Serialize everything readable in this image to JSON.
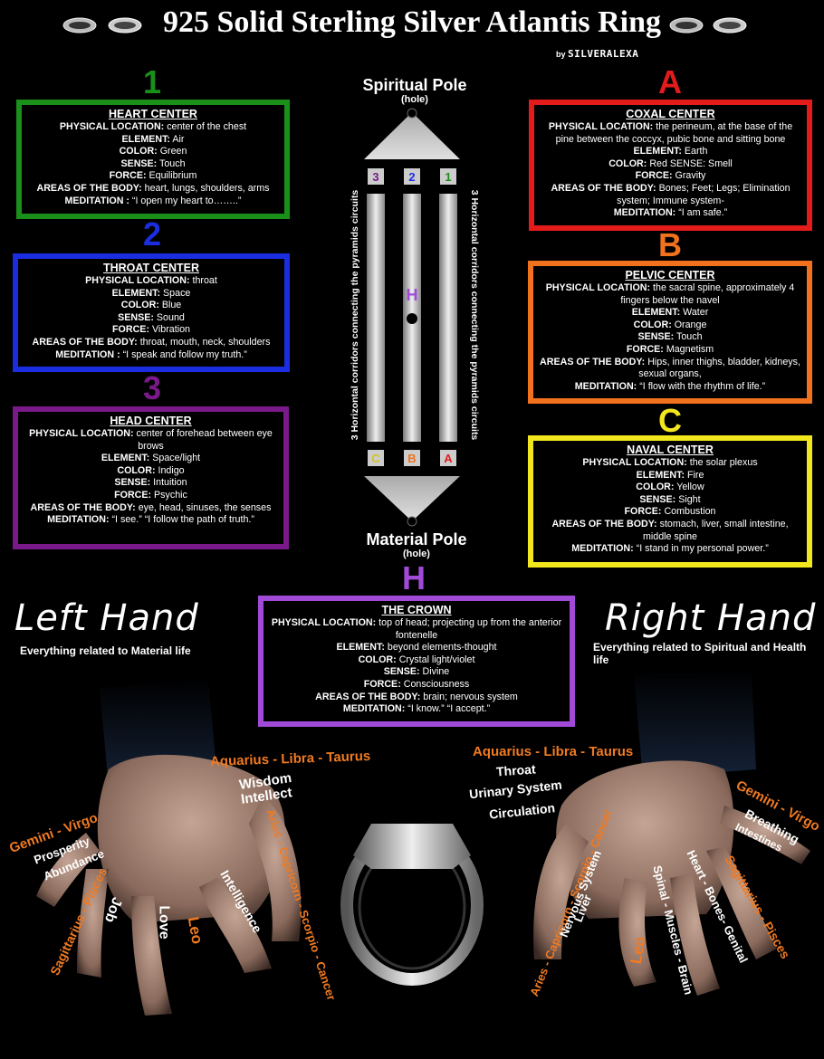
{
  "title": "925 Solid Sterling Silver Atlantis Ring",
  "byline_prefix": "by",
  "byline_brand": "SILVERALEXA",
  "diagram": {
    "top_pole": "Spiritual Pole",
    "top_pole_sub": "(hole)",
    "bottom_pole": "Material Pole",
    "bottom_pole_sub": "(hole)",
    "corridor_left_text": "3 Horizontal corridors connecting the pyramids circuits",
    "corridor_right_text": "3 Horizontal corridors connecting the pyramids circuits",
    "top_labels": [
      "3",
      "2",
      "1"
    ],
    "bottom_labels": [
      "C",
      "B",
      "A"
    ],
    "center_label": "H"
  },
  "centers": {
    "heart": {
      "number": "1",
      "color": "#1a8f1a",
      "title": "HEART CENTER",
      "lines": [
        {
          "k": "PHYSICAL LOCATION:",
          "v": " center of the chest"
        },
        {
          "k": "ELEMENT:",
          "v": " Air"
        },
        {
          "k": "COLOR:",
          "v": " Green"
        },
        {
          "k": "SENSE:",
          "v": " Touch"
        },
        {
          "k": "FORCE:",
          "v": " Equilibrium"
        },
        {
          "k": "AREAS OF THE BODY:",
          "v": " heart, lungs, shoulders, arms"
        },
        {
          "k": "MEDITATION :",
          "v": " “I open my heart to……..”"
        }
      ]
    },
    "throat": {
      "number": "2",
      "color": "#1a2ee0",
      "title": "THROAT CENTER",
      "lines": [
        {
          "k": "PHYSICAL LOCATION:",
          "v": " throat"
        },
        {
          "k": "ELEMENT:",
          "v": " Space"
        },
        {
          "k": "COLOR:",
          "v": " Blue"
        },
        {
          "k": "SENSE:",
          "v": " Sound"
        },
        {
          "k": "FORCE:",
          "v": " Vibration"
        },
        {
          "k": "AREAS OF THE BODY:",
          "v": " throat, mouth, neck, shoulders"
        },
        {
          "k": "MEDITATION :",
          "v": " “I speak and follow my truth.”"
        }
      ]
    },
    "head": {
      "number": "3",
      "color": "#7a1a8a",
      "title": "HEAD CENTER",
      "lines": [
        {
          "k": "PHYSICAL LOCATION:",
          "v": " center of forehead between eye brows"
        },
        {
          "k": "ELEMENT:",
          "v": " Space/light"
        },
        {
          "k": "COLOR:",
          "v": " Indigo"
        },
        {
          "k": "SENSE:",
          "v": " Intuition"
        },
        {
          "k": "FORCE:",
          "v": " Psychic"
        },
        {
          "k": "AREAS OF THE BODY:",
          "v": " eye, head, sinuses, the senses"
        },
        {
          "k": "MEDITATION:",
          "v": " “I see.” “I follow the path of truth.”"
        }
      ]
    },
    "coxal": {
      "number": "A",
      "color": "#e41b1b",
      "title": "COXAL CENTER",
      "lines": [
        {
          "k": "PHYSICAL LOCATION:",
          "v": " the perineum, at the base of the pine between the coccyx, pubic bone and sitting bone"
        },
        {
          "k": "ELEMENT:",
          "v": " Earth"
        },
        {
          "k": "COLOR:",
          "v": " Red SENSE: Smell"
        },
        {
          "k": "FORCE:",
          "v": " Gravity"
        },
        {
          "k": "AREAS OF THE BODY:",
          "v": " Bones; Feet; Legs; Elimination system; Immune system-"
        },
        {
          "k": "MEDITATION:",
          "v": " “I am safe.”"
        }
      ]
    },
    "pelvic": {
      "number": "B",
      "color": "#f2711c",
      "title": "PELVIC CENTER",
      "lines": [
        {
          "k": "PHYSICAL LOCATION:",
          "v": " the sacral spine, approximately 4 fingers below the navel"
        },
        {
          "k": "ELEMENT:",
          "v": " Water"
        },
        {
          "k": "COLOR:",
          "v": " Orange"
        },
        {
          "k": "SENSE:",
          "v": " Touch"
        },
        {
          "k": "FORCE:",
          "v": " Magnetism"
        },
        {
          "k": "AREAS OF THE BODY:",
          "v": " Hips, inner thighs, bladder, kidneys, sexual organs,"
        },
        {
          "k": "MEDITATION:",
          "v": " “I flow with the rhythm of life.”"
        }
      ]
    },
    "naval": {
      "number": "C",
      "color": "#f2e61c",
      "title": "NAVAL CENTER",
      "lines": [
        {
          "k": "PHYSICAL LOCATION:",
          "v": " the solar plexus"
        },
        {
          "k": "ELEMENT:",
          "v": " Fire"
        },
        {
          "k": "COLOR:",
          "v": " Yellow"
        },
        {
          "k": "SENSE:",
          "v": " Sight"
        },
        {
          "k": "FORCE:",
          "v": " Combustion"
        },
        {
          "k": "AREAS OF THE BODY:",
          "v": " stomach, liver, small intestine, middle spine"
        },
        {
          "k": "MEDITATION:",
          "v": " “I stand in my personal power.”"
        }
      ]
    },
    "crown": {
      "number": "H",
      "color": "#a24ad8",
      "title": "THE CROWN",
      "lines": [
        {
          "k": "PHYSICAL LOCATION:",
          "v": " top of head; projecting up from the anterior fontenelle"
        },
        {
          "k": "ELEMENT:",
          "v": " beyond elements-thought"
        },
        {
          "k": "COLOR:",
          "v": " Crystal light/violet"
        },
        {
          "k": "SENSE:",
          "v": " Divine"
        },
        {
          "k": "FORCE:",
          "v": " Consciousness"
        },
        {
          "k": "AREAS OF THE BODY:",
          "v": " brain; nervous system"
        },
        {
          "k": "MEDITATION:",
          "v": " “I know.” “I accept.”"
        }
      ]
    }
  },
  "left_hand": {
    "title": "Left Hand",
    "subtitle": "Everything related to Material life",
    "labels": {
      "aquarius": "Aquarius - Libra - Taurus",
      "wisdom": "Wisdom",
      "intellect": "Intellect",
      "gemini": "Gemini - Virgo",
      "prosperity": "Prosperity",
      "abundance": "Abundance",
      "sagittarius": "Sagittarius - Pisces",
      "job": "Job",
      "love": "Love",
      "leo": "Leo",
      "intelligence": "Intelligence",
      "aries": "Aries - Capricorn - Scorpio - Cancer"
    }
  },
  "right_hand": {
    "title": "Right Hand",
    "subtitle": "Everything related to Spiritual and Health life",
    "labels": {
      "aquarius": "Aquarius - Libra - Taurus",
      "throat": "Throat",
      "urinary": "Urinary System",
      "circulation": "Circulation",
      "gemini": "Gemini - Virgo",
      "breathing": "Breathing",
      "intestines": "Intestines",
      "aries": "Aries - Capricorn - Scorpio - Cancer",
      "nervous": "Nervous System",
      "liver": "Liver",
      "leo": "Leo",
      "spinal": "Spinal - Muscles - Brain",
      "heart": "Heart - Bones- Genital",
      "sagittarius": "Sagittarius - Pisces"
    }
  }
}
